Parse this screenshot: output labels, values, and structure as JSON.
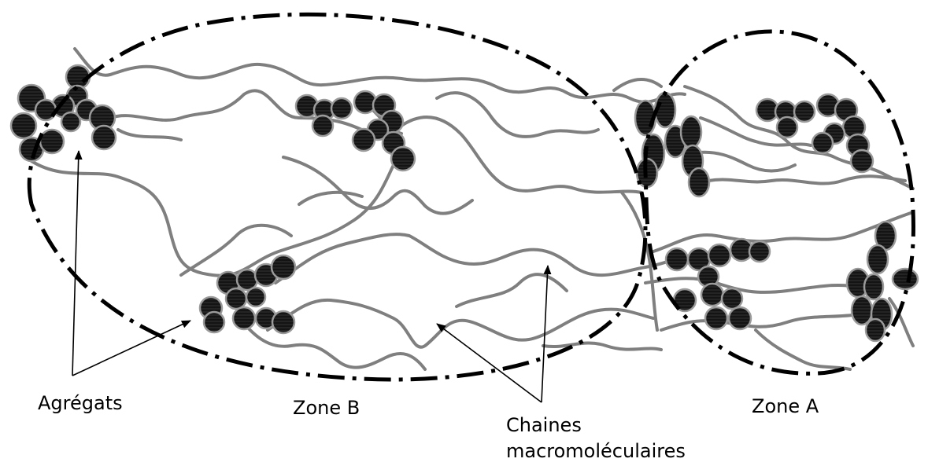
{
  "labels": {
    "aggregates": "Agrégats",
    "zone_b": "Zone B",
    "zone_a": "Zone A",
    "chains_line1": "Chaines",
    "chains_line2": "macromoléculaires"
  },
  "colors": {
    "chain": "#7f7f7f",
    "aggregate_fill": "#1a1a1a",
    "aggregate_outline": "#9a9a9a",
    "zone_boundary": "#000000",
    "arrow": "#000000"
  }
}
